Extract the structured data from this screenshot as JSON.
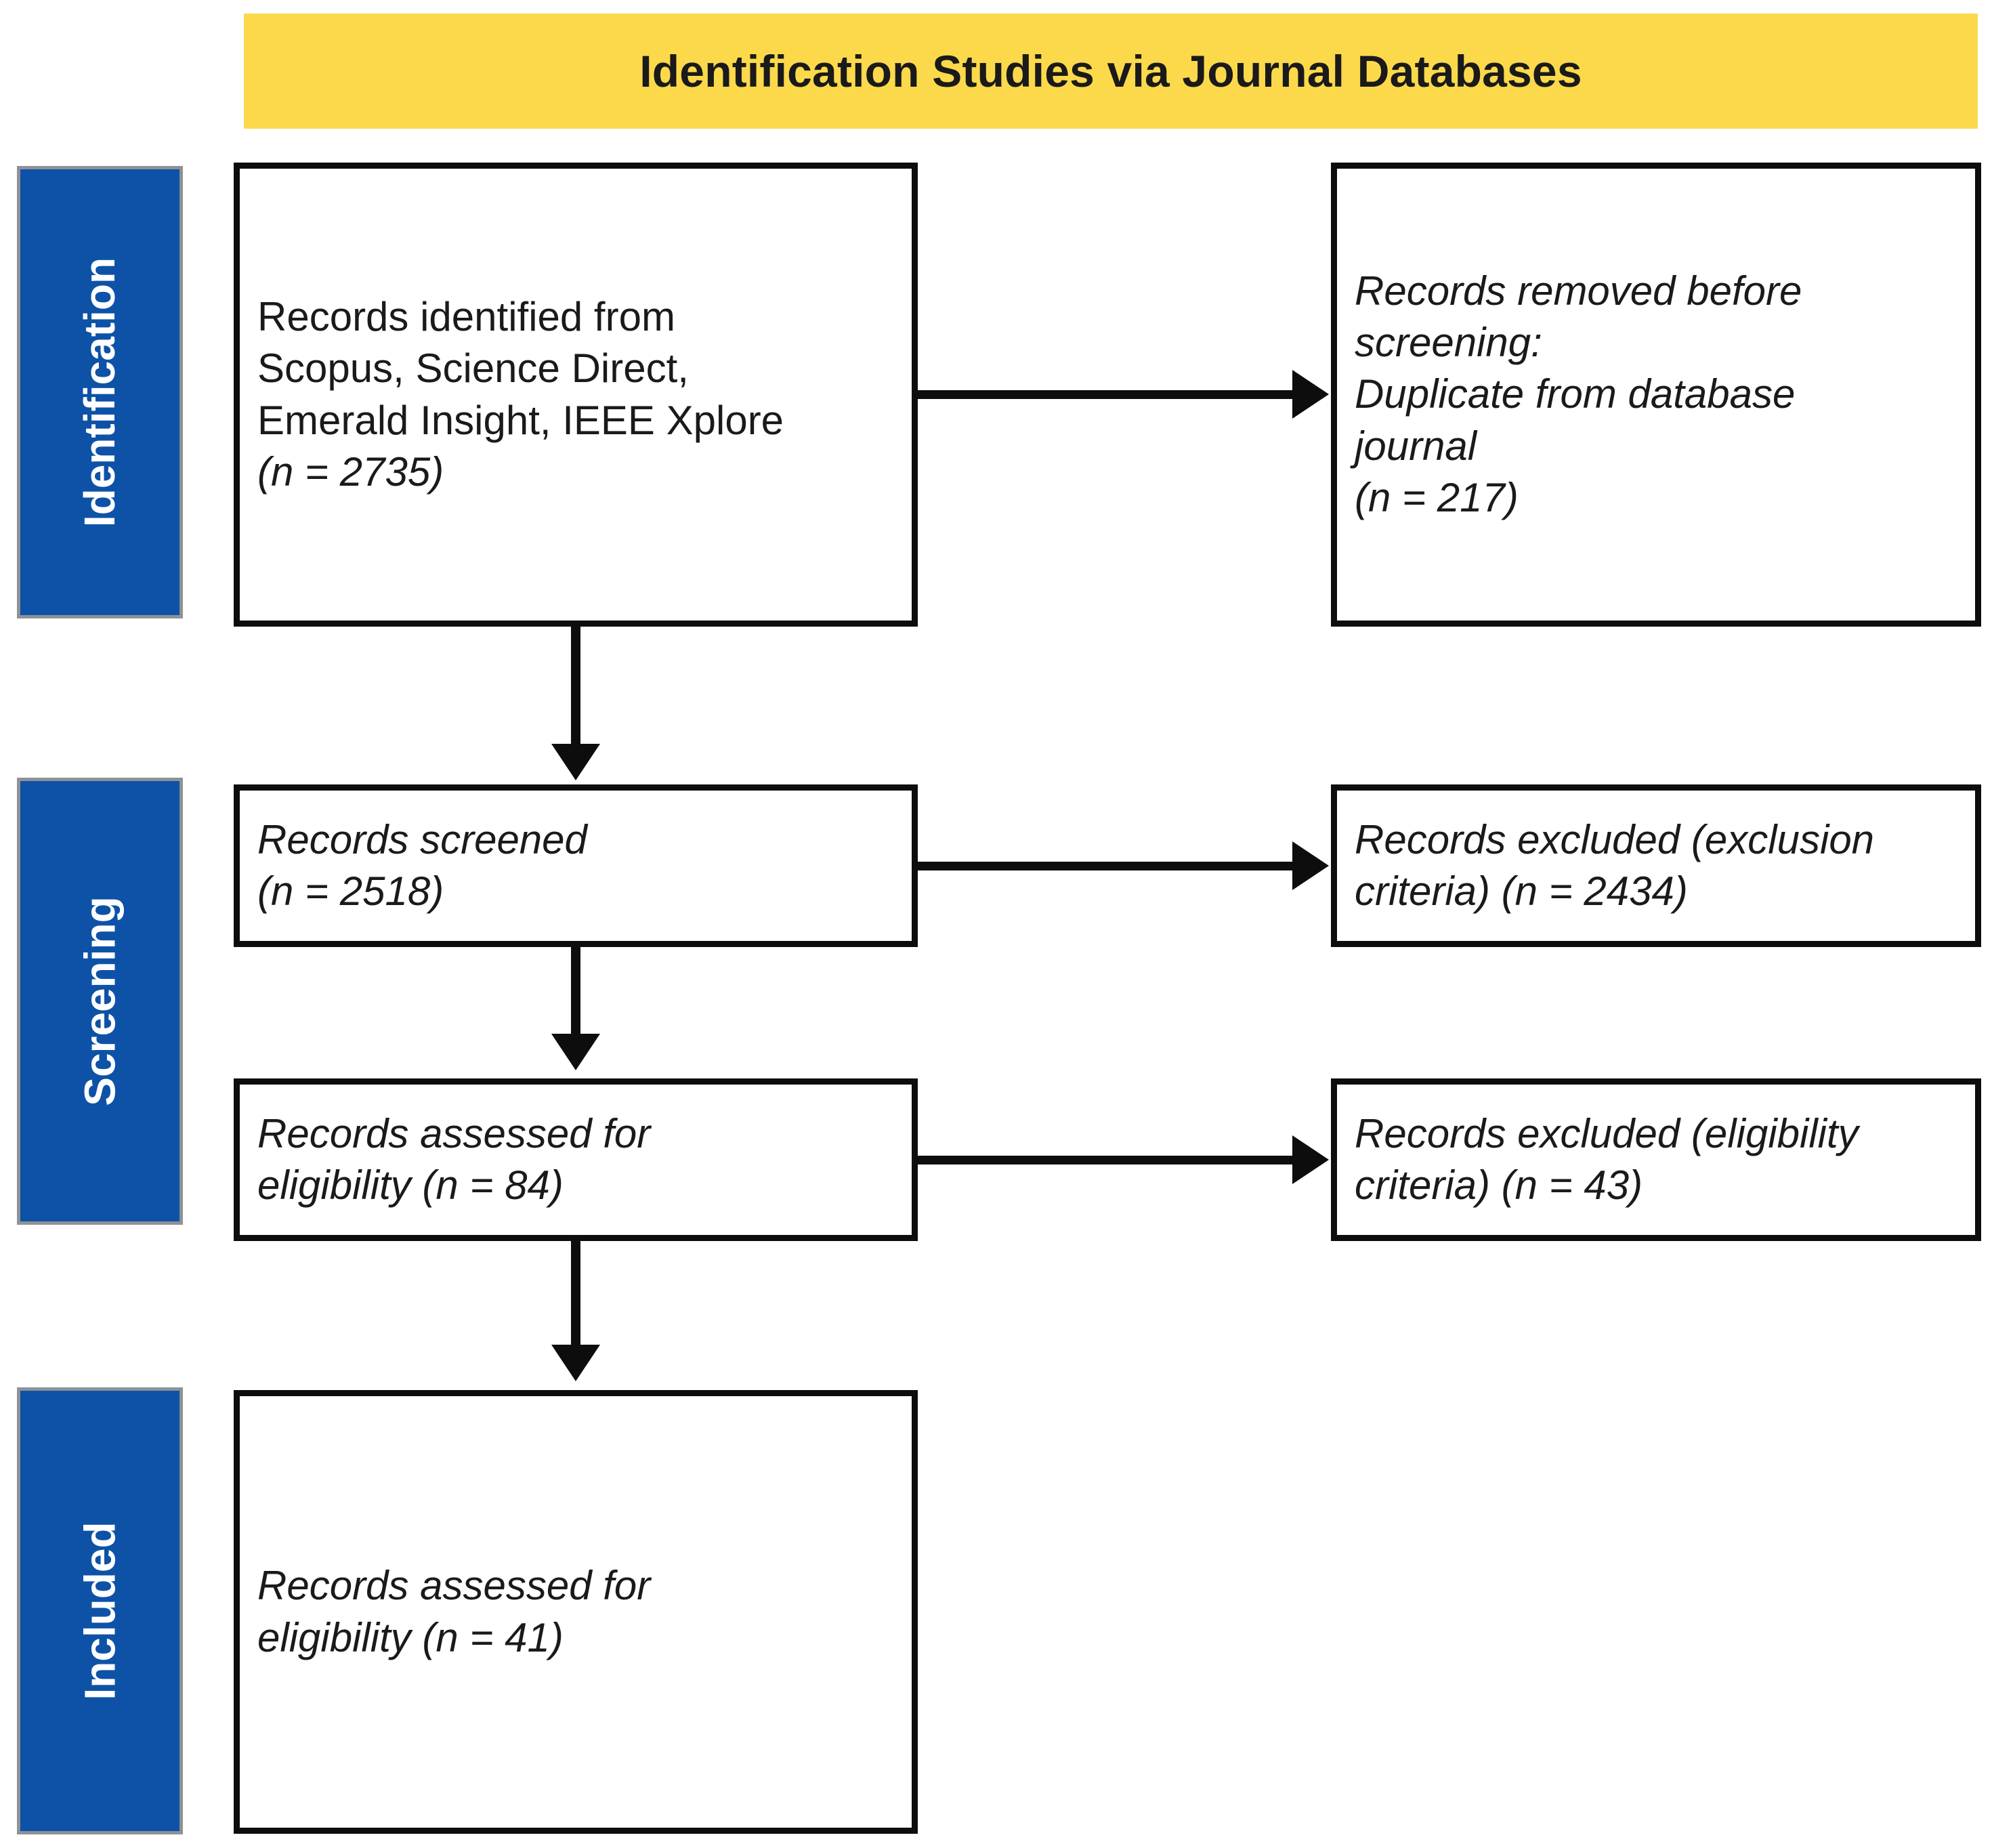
{
  "banner": {
    "title": "Identification Studies via Journal Databases",
    "background_color": "#FBD94B"
  },
  "stages": {
    "accent_color": "#0D52A7",
    "border_color": "#8F9196",
    "items": [
      {
        "id": "identification",
        "label": "Identification"
      },
      {
        "id": "screening",
        "label": "Screening"
      },
      {
        "id": "included",
        "label": "Included"
      }
    ]
  },
  "boxes": {
    "identified": {
      "line1": "Records identified from",
      "line2": "Scopus, Science Direct,",
      "line3": "Emerald Insight, IEEE Xplore",
      "count": "(n = 2735)"
    },
    "removed": {
      "line1": "Records removed before",
      "line2": "screening:",
      "line3": "Duplicate from database",
      "line4": "journal",
      "count": "(n =  217)"
    },
    "screened": {
      "line1": "Records screened",
      "count": "(n = 2518)"
    },
    "excluded_exclusion": {
      "line1": "Records excluded (exclusion",
      "line2": "criteria) (n = 2434)"
    },
    "assessed": {
      "line1": "Records assessed for",
      "line2": "eligibility (n = 84)"
    },
    "excluded_eligibility": {
      "line1": "Records excluded (eligibility",
      "line2": "criteria) (n = 43)"
    },
    "included": {
      "line1": "Records assessed for",
      "line2": "eligibility (n = 41)"
    }
  },
  "chart_data": {
    "type": "diagram",
    "title": "Identification Studies via Journal Databases",
    "diagram_kind": "PRISMA flow diagram",
    "stages": [
      "Identification",
      "Screening",
      "Included"
    ],
    "nodes": [
      {
        "id": "identified",
        "stage": "Identification",
        "label": "Records identified from Scopus, Science Direct, Emerald Insight, IEEE Xplore",
        "n": 2735
      },
      {
        "id": "removed",
        "stage": "Identification",
        "label": "Records removed before screening: Duplicate from database journal",
        "n": 217
      },
      {
        "id": "screened",
        "stage": "Screening",
        "label": "Records screened",
        "n": 2518
      },
      {
        "id": "excluded_exclusion",
        "stage": "Screening",
        "label": "Records excluded (exclusion criteria)",
        "n": 2434
      },
      {
        "id": "assessed",
        "stage": "Screening",
        "label": "Records assessed for eligibility",
        "n": 84
      },
      {
        "id": "excluded_eligibility",
        "stage": "Screening",
        "label": "Records excluded (eligibility criteria)",
        "n": 43
      },
      {
        "id": "included",
        "stage": "Included",
        "label": "Records assessed for eligibility",
        "n": 41
      }
    ],
    "edges": [
      {
        "from": "identified",
        "to": "removed",
        "direction": "right"
      },
      {
        "from": "identified",
        "to": "screened",
        "direction": "down"
      },
      {
        "from": "screened",
        "to": "excluded_exclusion",
        "direction": "right"
      },
      {
        "from": "screened",
        "to": "assessed",
        "direction": "down"
      },
      {
        "from": "assessed",
        "to": "excluded_eligibility",
        "direction": "right"
      },
      {
        "from": "assessed",
        "to": "included",
        "direction": "down"
      }
    ]
  }
}
